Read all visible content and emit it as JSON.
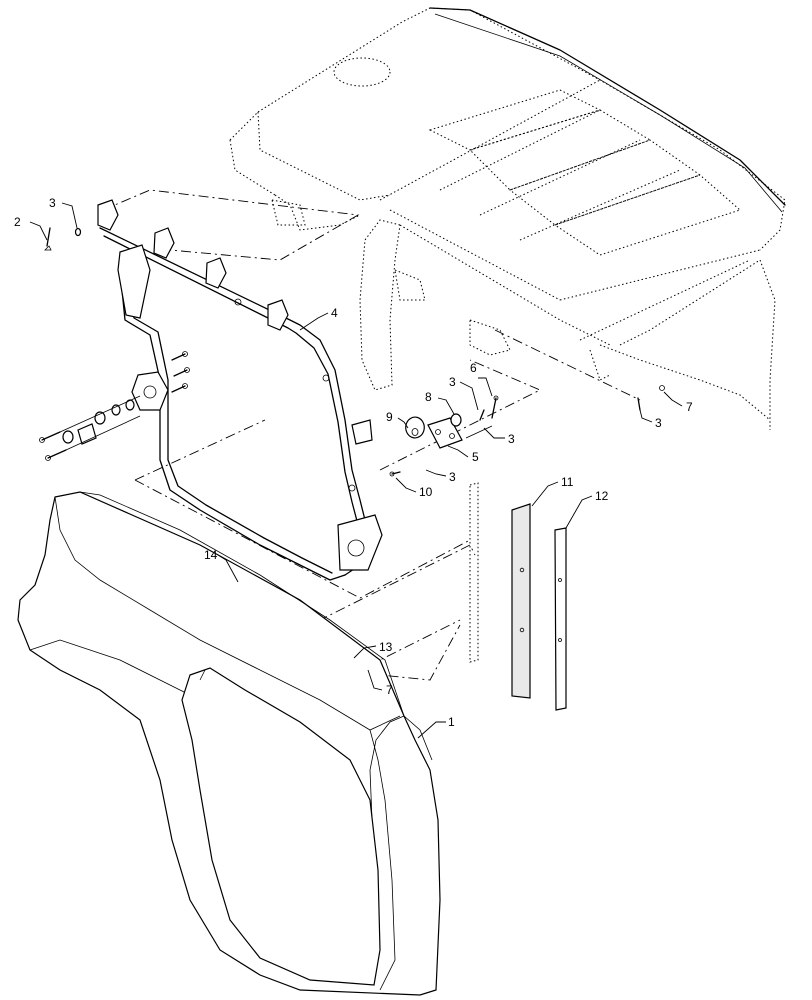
{
  "callouts": [
    {
      "id": "c1",
      "text": "1"
    },
    {
      "id": "c2",
      "text": "2"
    },
    {
      "id": "c3a",
      "text": "3"
    },
    {
      "id": "c3b",
      "text": "3"
    },
    {
      "id": "c3c",
      "text": "3"
    },
    {
      "id": "c3d",
      "text": "3"
    },
    {
      "id": "c3e",
      "text": "3"
    },
    {
      "id": "c4",
      "text": "4"
    },
    {
      "id": "c5",
      "text": "5"
    },
    {
      "id": "c6",
      "text": "6"
    },
    {
      "id": "c7a",
      "text": "7"
    },
    {
      "id": "c7b",
      "text": "7"
    },
    {
      "id": "c8",
      "text": "8"
    },
    {
      "id": "c9",
      "text": "9"
    },
    {
      "id": "c10",
      "text": "10"
    },
    {
      "id": "c11",
      "text": "11"
    },
    {
      "id": "c12",
      "text": "12"
    },
    {
      "id": "c13",
      "text": "13"
    },
    {
      "id": "c14",
      "text": "14"
    }
  ],
  "icons": {
    "bolt": "bolt-icon",
    "washer": "washer-icon",
    "nut": "nut-icon"
  },
  "colors": {
    "line": "#000000",
    "background": "#ffffff",
    "shade": "#e9e9e9"
  }
}
